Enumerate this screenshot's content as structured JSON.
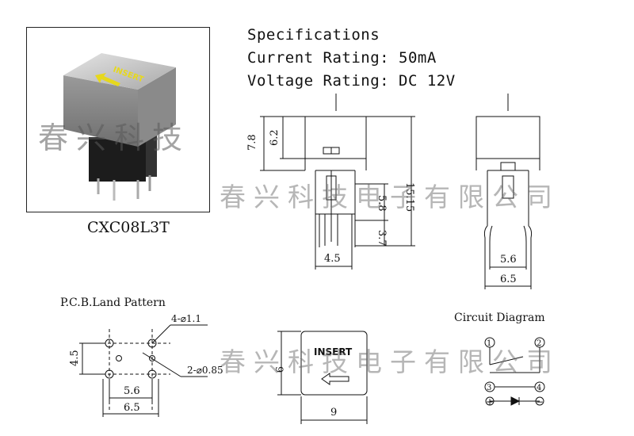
{
  "product": {
    "model": "CXC08L3T",
    "key_legend": "INSERT"
  },
  "specifications": {
    "heading": "Specifications",
    "current": "Current Rating: 50mA",
    "voltage": "Voltage Rating: DC 12V"
  },
  "watermark": {
    "short": "春兴科技",
    "long": "春兴科技电子有限公司"
  },
  "front_view": {
    "dim_7_8": "7.8",
    "dim_6_2": "6.2",
    "dim_15_15": "15.15",
    "dim_5_8": "5.8",
    "dim_3_7": "3.7",
    "dim_4_5": "4.5"
  },
  "side_view": {
    "dim_5_6": "5.6",
    "dim_6_5": "6.5"
  },
  "pcb": {
    "title": "P.C.B.Land Pattern",
    "hole_large": "4-⌀1.1",
    "hole_small": "2-⌀0.85",
    "dim_4_5": "4.5",
    "dim_5_6": "5.6",
    "dim_6_5": "6.5"
  },
  "top_view": {
    "legend": "INSERT",
    "dim_9_h": "9",
    "dim_9_v": "9"
  },
  "circuit": {
    "title": "Circuit Diagram",
    "pin1": "1",
    "pin2": "2",
    "pin3": "3",
    "pin4": "4",
    "plus": "+",
    "minus": "−"
  }
}
